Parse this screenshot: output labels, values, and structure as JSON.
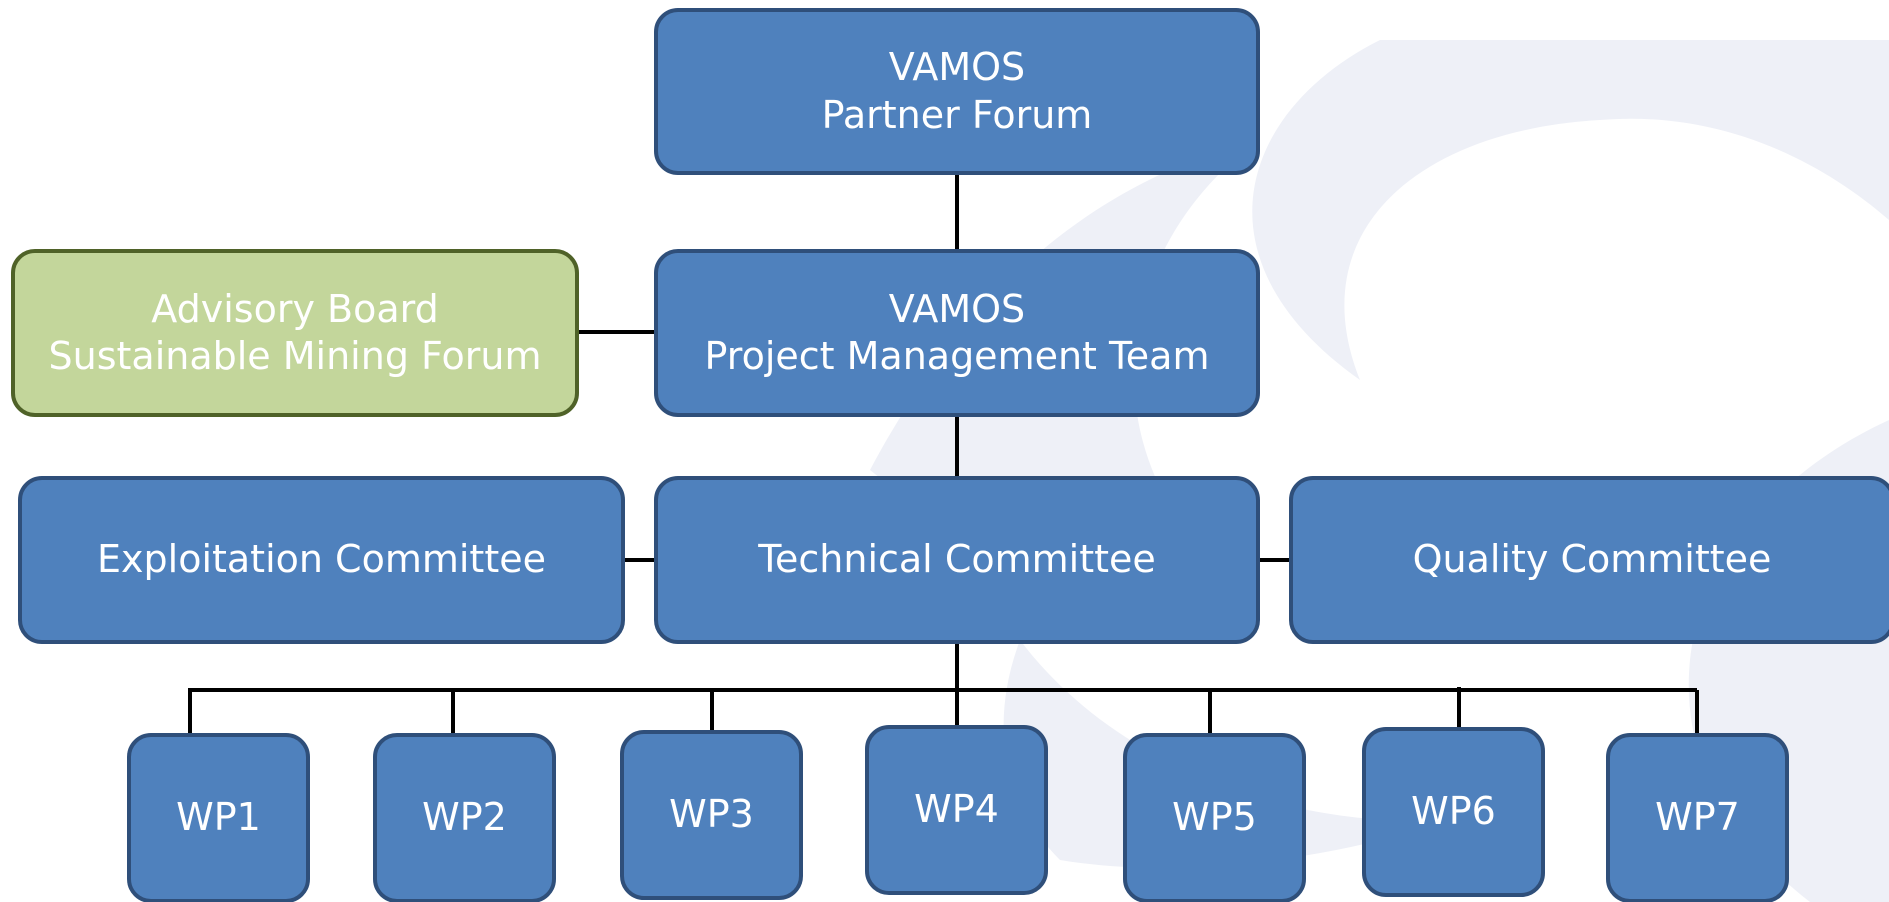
{
  "diagram": {
    "partner_forum": {
      "line1": "VAMOS",
      "line2": "Partner Forum"
    },
    "project_management_team": {
      "line1": "VAMOS",
      "line2": "Project Management Team"
    },
    "advisory_board": {
      "line1": "Advisory Board",
      "line2": "Sustainable Mining Forum"
    },
    "exploitation_committee": {
      "label": "Exploitation Committee"
    },
    "technical_committee": {
      "label": "Technical Committee"
    },
    "quality_committee": {
      "label": "Quality Committee"
    },
    "work_packages": [
      {
        "label": "WP1"
      },
      {
        "label": "WP2"
      },
      {
        "label": "WP3"
      },
      {
        "label": "WP4"
      },
      {
        "label": "WP5"
      },
      {
        "label": "WP6"
      },
      {
        "label": "WP7"
      }
    ]
  },
  "colors": {
    "box_fill": "#4f81bd",
    "box_border": "#2f4f7a",
    "advisory_fill": "#c3d69b",
    "advisory_border": "#4f6228",
    "connector": "#000000",
    "watermark": "#eef0f7"
  }
}
